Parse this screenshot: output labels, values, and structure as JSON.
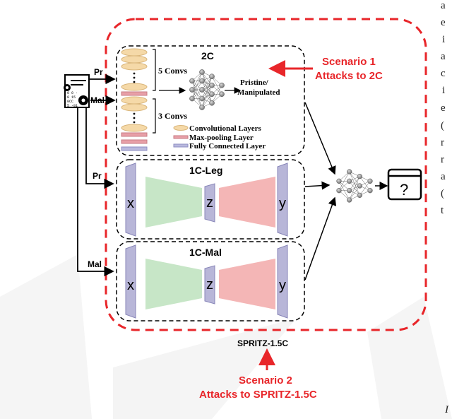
{
  "diagram": {
    "module_2c": {
      "title": "2C",
      "block_top_label": "5 Convs",
      "block_bottom_label": "3 Convs",
      "output_label_line1": "Pristine/",
      "output_label_line2": "Manipulated",
      "legend": [
        "Convolutional Layers",
        "Max-pooling Layer",
        "Fully Connected Layer"
      ]
    },
    "module_1c_leg": {
      "title": "1C-Leg",
      "input": "x",
      "latent": "z",
      "output": "y"
    },
    "module_1c_mal": {
      "title": "1C-Mal",
      "input": "x",
      "latent": "z",
      "output": "y"
    },
    "input_edges": {
      "pr_top": "Pr",
      "mal_top": "Mal",
      "pr_mid": "Pr",
      "mal_bottom": "Mal"
    },
    "file_icon_text": [
      "0 0 ·",
      "0 15",
      "0CC",
      "5 ·01"
    ],
    "system_label": "SPRITZ-1.5C",
    "scenario_1": {
      "line1": "Scenario 1",
      "line2": "Attacks to 2C"
    },
    "scenario_2": {
      "line1": "Scenario 2",
      "line2": "Attacks to SPRITZ-1.5C"
    },
    "result_symbol": "?",
    "side_text_right": [
      "a",
      "e",
      "i",
      "a",
      "c",
      "i",
      "e",
      "(",
      "r",
      "r",
      "a",
      "(",
      "t"
    ],
    "bottom_right_char": "I",
    "colors": {
      "red": "#e8262a",
      "green": "#c7e6c7",
      "pink": "#f4b6b6",
      "lavender": "#b8b6d8",
      "conv": "#f5d9a8",
      "pool": "#e8a0a8",
      "fc": "#b9b9de"
    }
  }
}
